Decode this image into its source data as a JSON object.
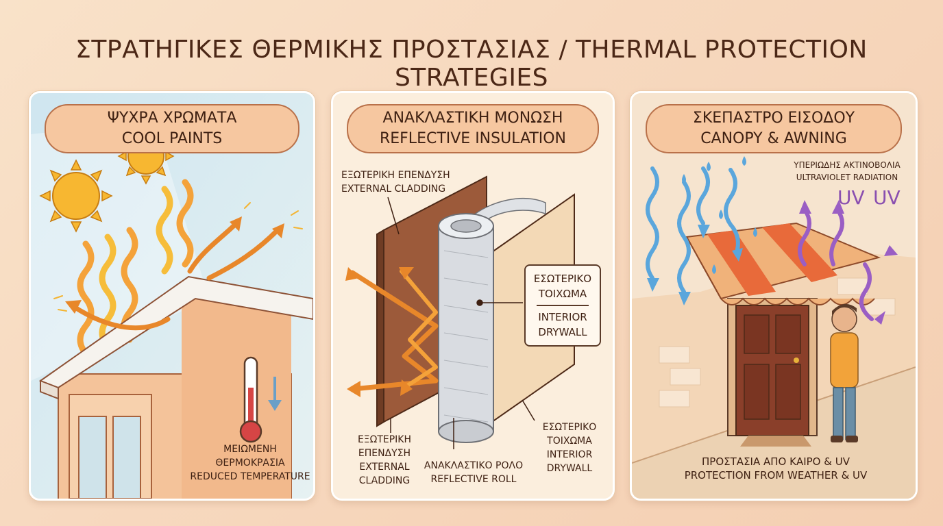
{
  "title": "ΣΤΡΑΤΗΓΙΚΕΣ ΘΕΡΜΙΚΗΣ ΠΡΟΣΤΑΣΙΑΣ / THERMAL PROTECTION STRATEGIES",
  "panels": [
    {
      "title_gr": "ΨΥΧΡΑ ΧΡΩΜΑΤΑ",
      "title_en": "COOL PAINTS",
      "labels": {
        "temp_gr_1": "ΜΕΙΩΜΕΝΗ",
        "temp_gr_2": "ΘΕΡΜΟΚΡΑΣΙΑ",
        "temp_en": "REDUCED TEMPERATURE"
      }
    },
    {
      "title_gr": "ΑΝΑΚΛΑΣΤΙΚΗ ΜΟΝΩΣΗ",
      "title_en": "REFLECTIVE INSULATION",
      "labels": {
        "ext_top_gr": "ΕΞΩΤΕΡΙΚΗ ΕΠΕΝΔΥΣΗ",
        "ext_top_en": "EXTERNAL CLADDING",
        "box_gr_1": "ΕΣΩΤΕΡΙΚΟ",
        "box_gr_2": "ΤΟΙΧΩΜΑ",
        "box_en_1": "INTERIOR",
        "box_en_2": "DRYWALL",
        "ext_bot_gr_1": "ΕΞΩΤΕΡΙΚΗ",
        "ext_bot_gr_2": "ΕΠΕΝΔΥΣΗ",
        "ext_bot_en_1": "EXTERNAL",
        "ext_bot_en_2": "CLADDING",
        "roll_gr": "ΑΝΑΚΛΑΣΤΙΚΟ ΡΟΛΟ",
        "roll_en": "REFLECTIVE ROLL",
        "int_bot_gr_1": "ΕΣΩΤΕΡΙΚΟ",
        "int_bot_gr_2": "ΤΟΙΧΩΜΑ",
        "int_bot_en_1": "INTERIOR",
        "int_bot_en_2": "DRYWALL"
      }
    },
    {
      "title_gr": "ΣΚΕΠΑΣΤΡΟ ΕΙΣΟΔΟΥ",
      "title_en": "CANOPY & AWNING",
      "labels": {
        "uv_gr": "ΥΠΕΡΙΩΔΗΣ ΑΚΤΙΝΟΒΟΛΙΑ",
        "uv_en": "ULTRAVIOLET RADIATION",
        "uv_mark_1": "UV",
        "uv_mark_2": "UV",
        "prot_gr": "ΠΡΟΣΤΑΣΙΑ ΑΠΟ ΚΑΙΡΟ & UV",
        "prot_en": "PROTECTION FROM WEATHER & UV"
      }
    }
  ],
  "colors": {
    "accent": "#f08a3a",
    "panel_header": "#f6c7a0",
    "rain": "#5aa6dc",
    "uv": "#8a4fb0"
  }
}
